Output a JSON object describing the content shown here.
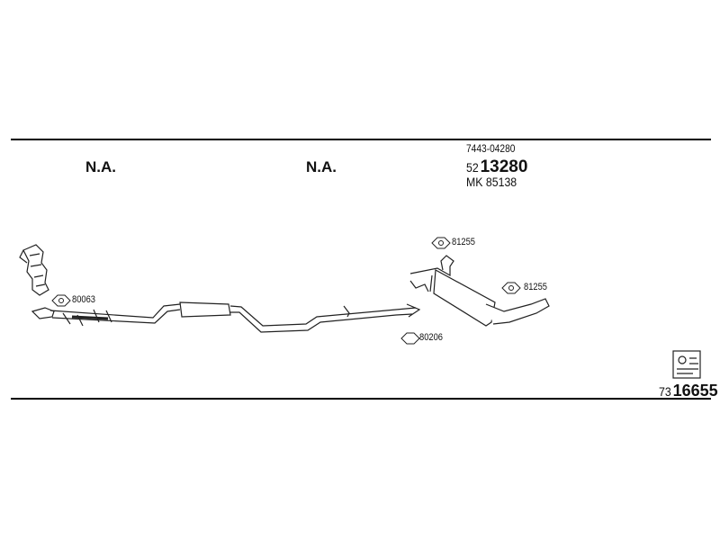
{
  "header": {
    "na_left": "N.A.",
    "na_mid": "N.A.",
    "ref_line1": "7443-04280",
    "ref_line2_prefix": "52",
    "ref_line2_main": "13280",
    "ref_line3": "MK 85138"
  },
  "parts": {
    "p80063": "80063",
    "p81255_top": "81255",
    "p81255_right": "81255",
    "p80206": "80206"
  },
  "footer": {
    "code_prefix": "73",
    "code_main": "16655"
  }
}
